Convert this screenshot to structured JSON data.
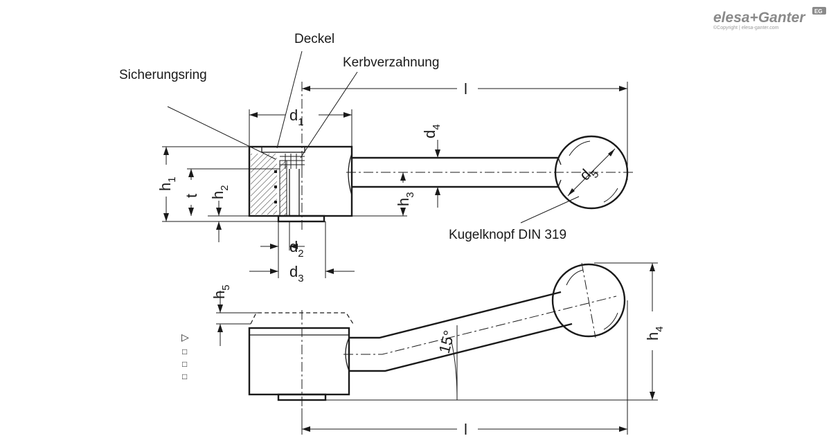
{
  "logo": {
    "brand": "elesa+Ganter",
    "badge": "EG",
    "copyright": "©Copyright | elesa-ganter.com"
  },
  "callouts": {
    "cover": "Deckel",
    "serration": "Kerbverzahnung",
    "retaining_ring": "Sicherungsring",
    "ball_knob": "Kugelknopf DIN 319"
  },
  "dimensions": {
    "l_top": "l",
    "l_bottom": "l",
    "d1": {
      "base": "d",
      "sub": "1"
    },
    "d2": {
      "base": "d",
      "sub": "2"
    },
    "d3": {
      "base": "d",
      "sub": "3"
    },
    "d4": {
      "base": "d",
      "sub": "4"
    },
    "d5": {
      "base": "d",
      "sub": "5"
    },
    "h1": {
      "base": "h",
      "sub": "1"
    },
    "h2": {
      "base": "h",
      "sub": "2"
    },
    "h3": {
      "base": "h",
      "sub": "3"
    },
    "h4": {
      "base": "h",
      "sub": "4"
    },
    "h5": {
      "base": "h",
      "sub": "5"
    },
    "t": "t",
    "angle": "15°"
  },
  "side_marks": [
    "▷",
    "□",
    "□",
    "□"
  ]
}
